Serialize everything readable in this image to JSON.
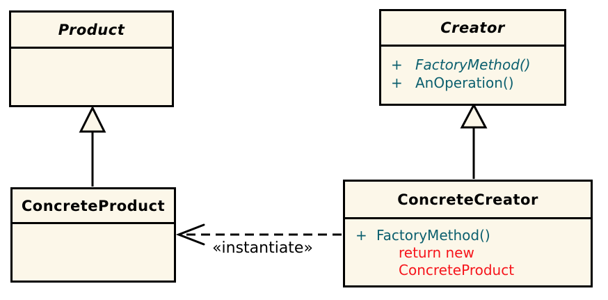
{
  "classes": {
    "product": {
      "name": "Product"
    },
    "creator": {
      "name": "Creator",
      "members": [
        {
          "visibility": "+",
          "signature": "FactoryMethod()"
        },
        {
          "visibility": "+",
          "signature": "AnOperation()"
        }
      ]
    },
    "concreteProduct": {
      "name": "ConcreteProduct"
    },
    "concreteCreator": {
      "name": "ConcreteCreator",
      "members": [
        {
          "visibility": "+",
          "signature": "FactoryMethod()"
        }
      ],
      "pseudocode": {
        "line1": "return new",
        "line2": "ConcreteProduct"
      }
    }
  },
  "relationships": {
    "instantiate": {
      "label": "«instantiate»"
    }
  },
  "colors": {
    "boxFill": "#fcf7e9",
    "border": "#000000",
    "methodTeal": "#0b5f6e",
    "pseudocodeRed": "#f6141b",
    "lineColor": "#000000"
  }
}
